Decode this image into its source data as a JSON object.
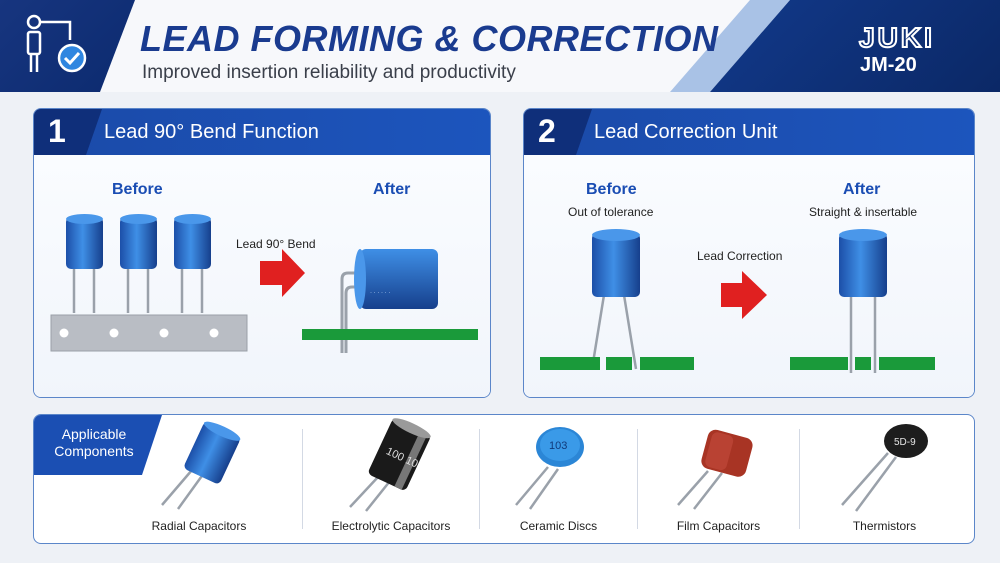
{
  "header": {
    "title": "LEAD FORMING & CORRECTION",
    "subtitle": "Improved insertion reliability and productivity",
    "brand": "JUKI",
    "model": "JM-20",
    "icon": "component-check-icon"
  },
  "panels": [
    {
      "number": "1",
      "title": "Lead 90° Bend Function",
      "before_label": "Before",
      "after_label": "After",
      "arrow_label": "Lead 90° Bend"
    },
    {
      "number": "2",
      "title": "Lead Correction Unit",
      "before_label": "Before",
      "before_sub": "Out of tolerance",
      "after_label": "After",
      "after_sub": "Straight & insertable",
      "arrow_label": "Lead Correction"
    }
  ],
  "applicable": {
    "tag": "Applicable Components",
    "items": [
      {
        "label": "Radial Capacitors"
      },
      {
        "label": "Electrolytic Capacitors",
        "marking": "100 10"
      },
      {
        "label": "Ceramic Discs",
        "marking": "103"
      },
      {
        "label": "Film Capacitors"
      },
      {
        "label": "Thermistors",
        "marking": "5D-9"
      }
    ]
  },
  "colors": {
    "navy": "#0f2f7a",
    "accent_blue": "#1b4fb3",
    "arrow_red": "#e02020",
    "pcb_green": "#1a9a3a"
  }
}
